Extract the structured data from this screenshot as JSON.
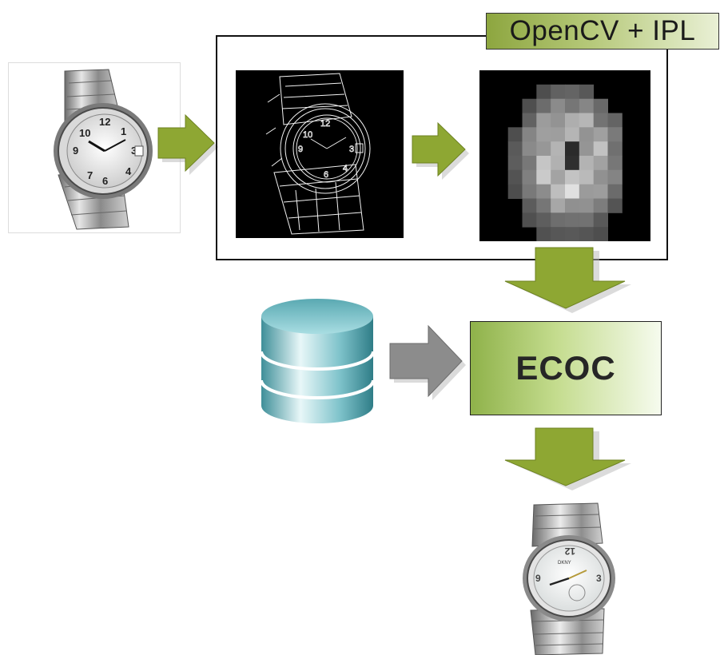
{
  "frame": {
    "label": "OpenCV + IPL"
  },
  "classifier": {
    "label": "ECOC"
  },
  "icons": {
    "input": "wristwatch-photo",
    "edges": "edge-map",
    "pixels": "pixelated-feature-map",
    "database": "database-icon",
    "output": "wristwatch-photo",
    "arrows": "flow-arrow"
  },
  "colors": {
    "arrow_green": "#8ea733",
    "arrow_gray": "#8c8c8c",
    "box_green": "#8fb24a"
  }
}
